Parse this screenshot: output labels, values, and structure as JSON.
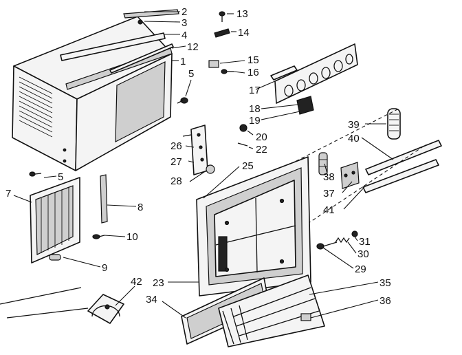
{
  "labels": {
    "n1": "1",
    "n2": "2",
    "n3": "3",
    "n4": "4",
    "n5a": "5",
    "n5b": "5",
    "n7": "7",
    "n8": "8",
    "n9": "9",
    "n10": "10",
    "n12": "12",
    "n13": "13",
    "n14": "14",
    "n15": "15",
    "n16": "16",
    "n17": "17",
    "n18": "18",
    "n19": "19",
    "n20": "20",
    "n22": "22",
    "n23": "23",
    "n25": "25",
    "n26": "26",
    "n27": "27",
    "n28": "28",
    "n29": "29",
    "n30": "30",
    "n31": "31",
    "n34": "34",
    "n35": "35",
    "n36": "36",
    "n37": "37",
    "n38": "38",
    "n39": "39",
    "n40": "40",
    "n41": "41",
    "n42": "42"
  }
}
